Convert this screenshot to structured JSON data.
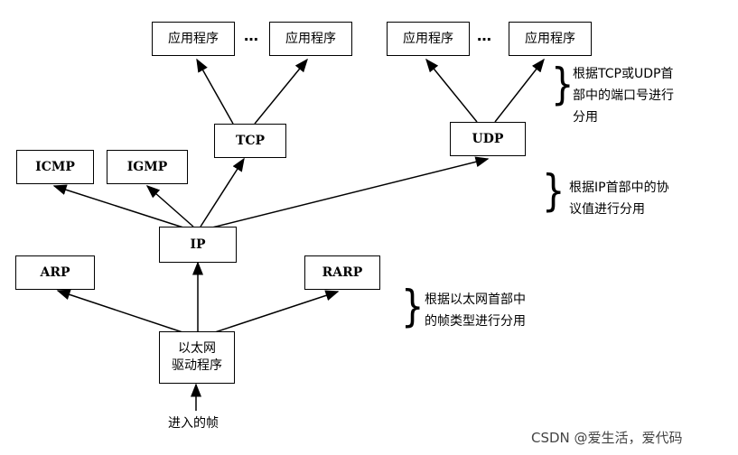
{
  "diagram": {
    "app_boxes": [
      "应用程序",
      "应用程序",
      "应用程序",
      "应用程序"
    ],
    "ellipsis": [
      "…",
      "…"
    ],
    "tcp": "TCP",
    "udp": "UDP",
    "icmp": "ICMP",
    "igmp": "IGMP",
    "ip": "IP",
    "arp": "ARP",
    "rarp": "RARP",
    "driver": "以太网\n驱动程序",
    "input": "进入的帧",
    "notes": {
      "transport": "根据TCP或UDP首\n部中的端口号进行\n分用",
      "ip": "根据IP首部中的协\n议值进行分用",
      "ethernet": "根据以太网首部中\n的帧类型进行分用"
    }
  },
  "footer": "CSDN @爱生活，爱代码"
}
